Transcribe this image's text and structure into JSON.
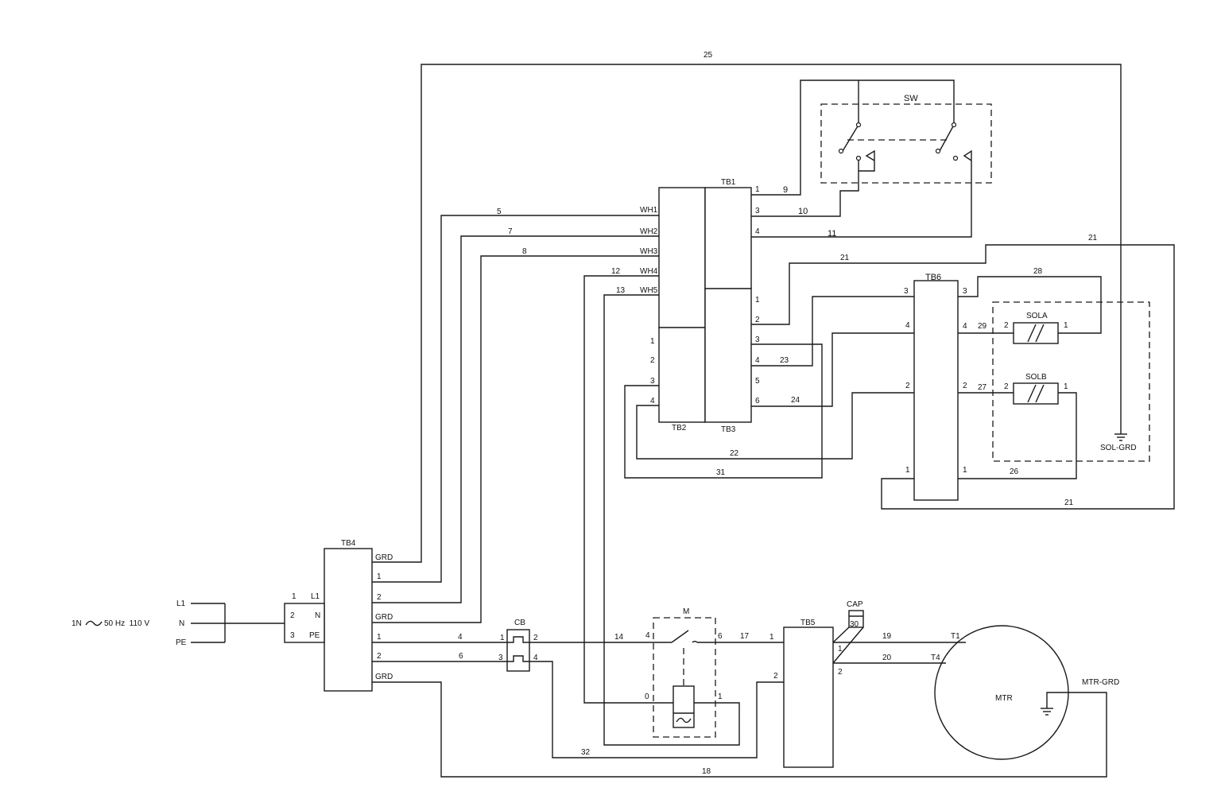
{
  "supply": {
    "label": "1N",
    "spec": "50 Hz  110 V",
    "lines": [
      "L1",
      "N",
      "PE"
    ]
  },
  "components": {
    "tb1": "TB1",
    "tb2": "TB2",
    "tb3": "TB3",
    "tb4": "TB4",
    "tb5": "TB5",
    "tb6": "TB6",
    "sw": "SW",
    "sola": "SOLA",
    "solb": "SOLB",
    "cb": "CB",
    "m": "M",
    "cap": "CAP",
    "mtr": "MTR",
    "mtr_grd": "MTR-GRD",
    "sol_grd": "SOL-GRD"
  },
  "terminals": {
    "tb4_left": [
      "1",
      "2",
      "3"
    ],
    "tb4_left_names": [
      "L1",
      "N",
      "PE"
    ],
    "tb4_right": [
      "GRD",
      "1",
      "2",
      "GRD",
      "1",
      "2",
      "GRD"
    ],
    "wh": [
      "WH1",
      "WH2",
      "WH3",
      "WH4",
      "WH5"
    ],
    "tb1": [
      "1",
      "3",
      "4"
    ],
    "tb2": [
      "1",
      "2",
      "3",
      "4"
    ],
    "tb3": [
      "1",
      "2",
      "3",
      "4",
      "5",
      "6"
    ],
    "tb6_left": [
      "3",
      "4",
      "2",
      "1"
    ],
    "tb6_right": [
      "3",
      "4",
      "2",
      "1"
    ],
    "sola": [
      "2",
      "1"
    ],
    "solb": [
      "2",
      "1"
    ],
    "cb": [
      "1",
      "2",
      "3",
      "4"
    ],
    "m": [
      "4",
      "6",
      "0",
      "1"
    ],
    "tb5": [
      "1",
      "1",
      "2",
      "2"
    ],
    "cap": "30",
    "mtr": [
      "T1",
      "T4"
    ]
  },
  "wires": {
    "w25": "25",
    "w9": "9",
    "w10": "10",
    "w11": "11",
    "w5": "5",
    "w7": "7",
    "w8": "8",
    "w12": "12",
    "w13": "13",
    "w21a": "21",
    "w21b": "21",
    "w21c": "21",
    "w28": "28",
    "w29": "29",
    "w27": "27",
    "w26": "26",
    "w23": "23",
    "w24": "24",
    "w22": "22",
    "w31": "31",
    "w4": "4",
    "w6": "6",
    "w14": "14",
    "w17": "17",
    "w19": "19",
    "w20": "20",
    "w32": "32",
    "w18": "18"
  }
}
